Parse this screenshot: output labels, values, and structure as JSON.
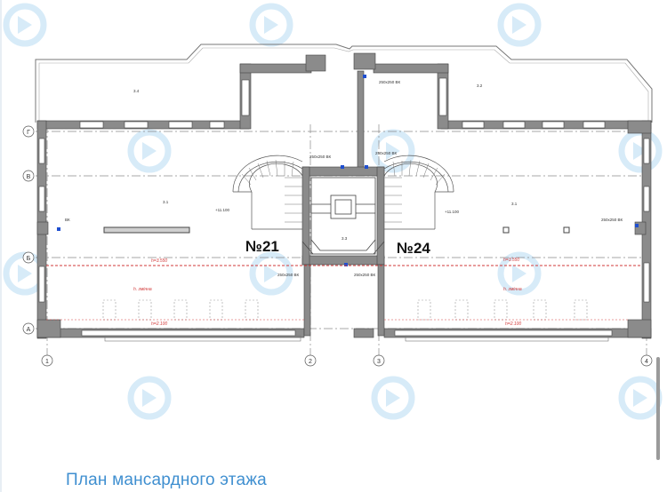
{
  "caption": "План мансардного этажа",
  "units": {
    "left": "№21",
    "right": "№24"
  },
  "axes": {
    "rows": [
      "Г",
      "В",
      "Б",
      "А"
    ],
    "cols": [
      "1",
      "2",
      "3",
      "4"
    ]
  },
  "labels": {
    "vent": "250x250 ВК",
    "vk": "ВК",
    "room_left": "3.1",
    "room_right": "3.1",
    "room_center": "3.3",
    "terrace_left": "3.4",
    "terrace_right": "3.2",
    "h_left": "h=3.550",
    "h_right": "h=3.550",
    "h_var_left": "h. змінна",
    "h_var_right": "h. змінна",
    "h2_left": "h=2.100",
    "h2_right": "h=2.100",
    "lvl_left": "+11.100",
    "lvl_right": "+11.100"
  },
  "colors": {
    "watermark": "#cfe6f7",
    "caption": "#3f8fd0",
    "wall": "#6f6f6f",
    "redline": "#d23a3a"
  }
}
